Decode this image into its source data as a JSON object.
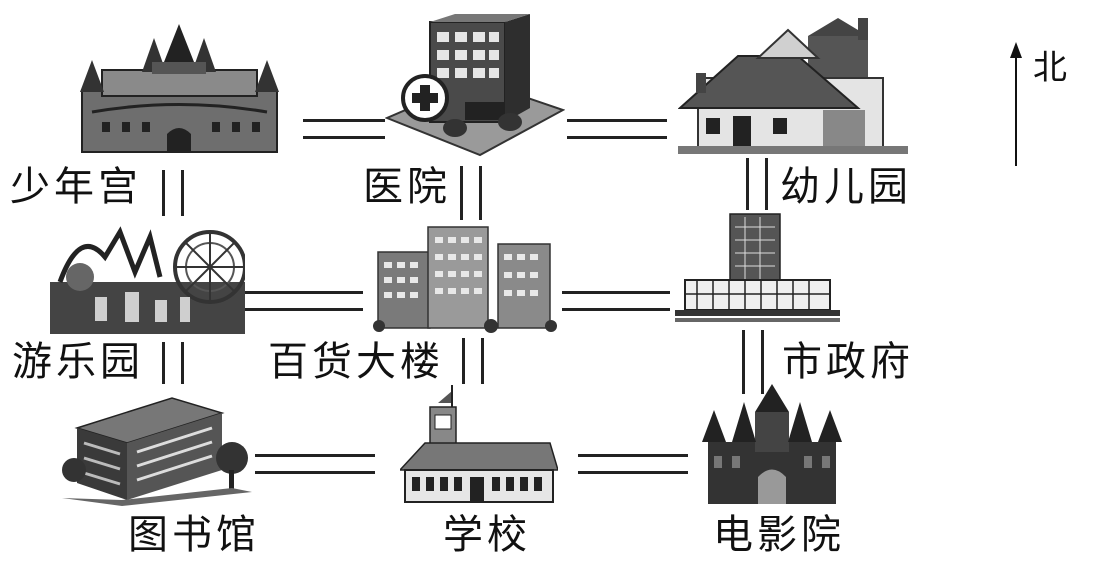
{
  "compass": {
    "label": "北"
  },
  "places": {
    "youth_palace": "少年宫",
    "hospital": "医院",
    "kindergarten": "幼儿园",
    "amusement_park": "游乐园",
    "department_store": "百货大楼",
    "city_hall": "市政府",
    "library": "图书馆",
    "school": "学校",
    "cinema": "电影院"
  },
  "colors": {
    "ink": "#111111",
    "building_dark": "#3a3a3a",
    "building_mid": "#8a8a8a",
    "building_light": "#d8d8d8"
  }
}
